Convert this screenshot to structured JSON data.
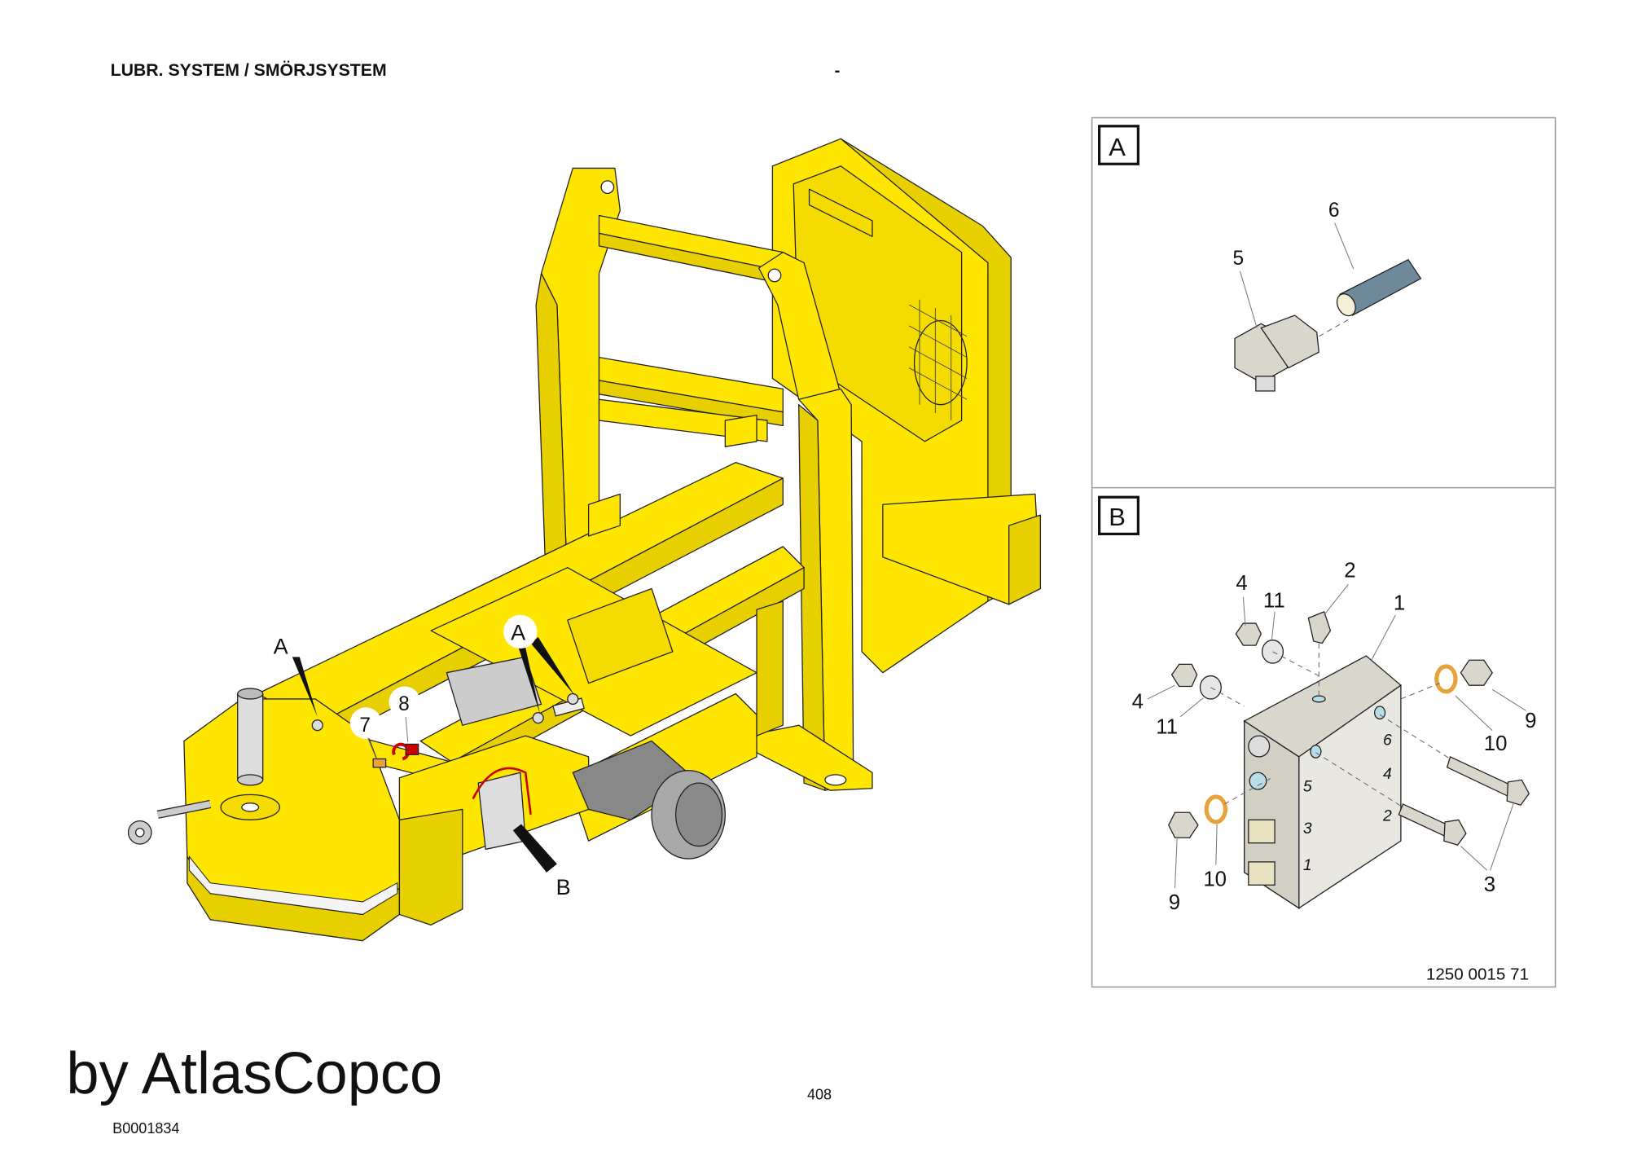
{
  "header": {
    "title": "LUBR. SYSTEM / SMÖRJSYSTEM",
    "separator": "-"
  },
  "main_drawing": {
    "callouts": {
      "a_left": "A",
      "a_right": "A",
      "b": "B",
      "item7": "7",
      "item8": "8"
    }
  },
  "detail_a": {
    "label": "A",
    "items": {
      "fitting": "5",
      "tube": "6"
    }
  },
  "detail_b": {
    "label": "B",
    "items": {
      "block": "1",
      "nipple": "2",
      "screw_a": "3",
      "nut_top": "4",
      "washer_top": "11",
      "nut_left": "4",
      "washer_left": "11",
      "plug_right": "9",
      "seal_right": "10",
      "plug_left": "9",
      "seal_left": "10"
    },
    "port_numbers": {
      "p6": "6",
      "p4": "4",
      "p2": "2",
      "p5": "5",
      "p3": "3",
      "p1": "1"
    },
    "drawing_number": "1250 0015 71"
  },
  "footer": {
    "watermark": "by AtlasCopco",
    "doc_code": "B0001834",
    "page_number": "408"
  },
  "colors": {
    "frame": "#ffe600",
    "seal": "#e8a23a",
    "tube": "#6e8a9a"
  }
}
